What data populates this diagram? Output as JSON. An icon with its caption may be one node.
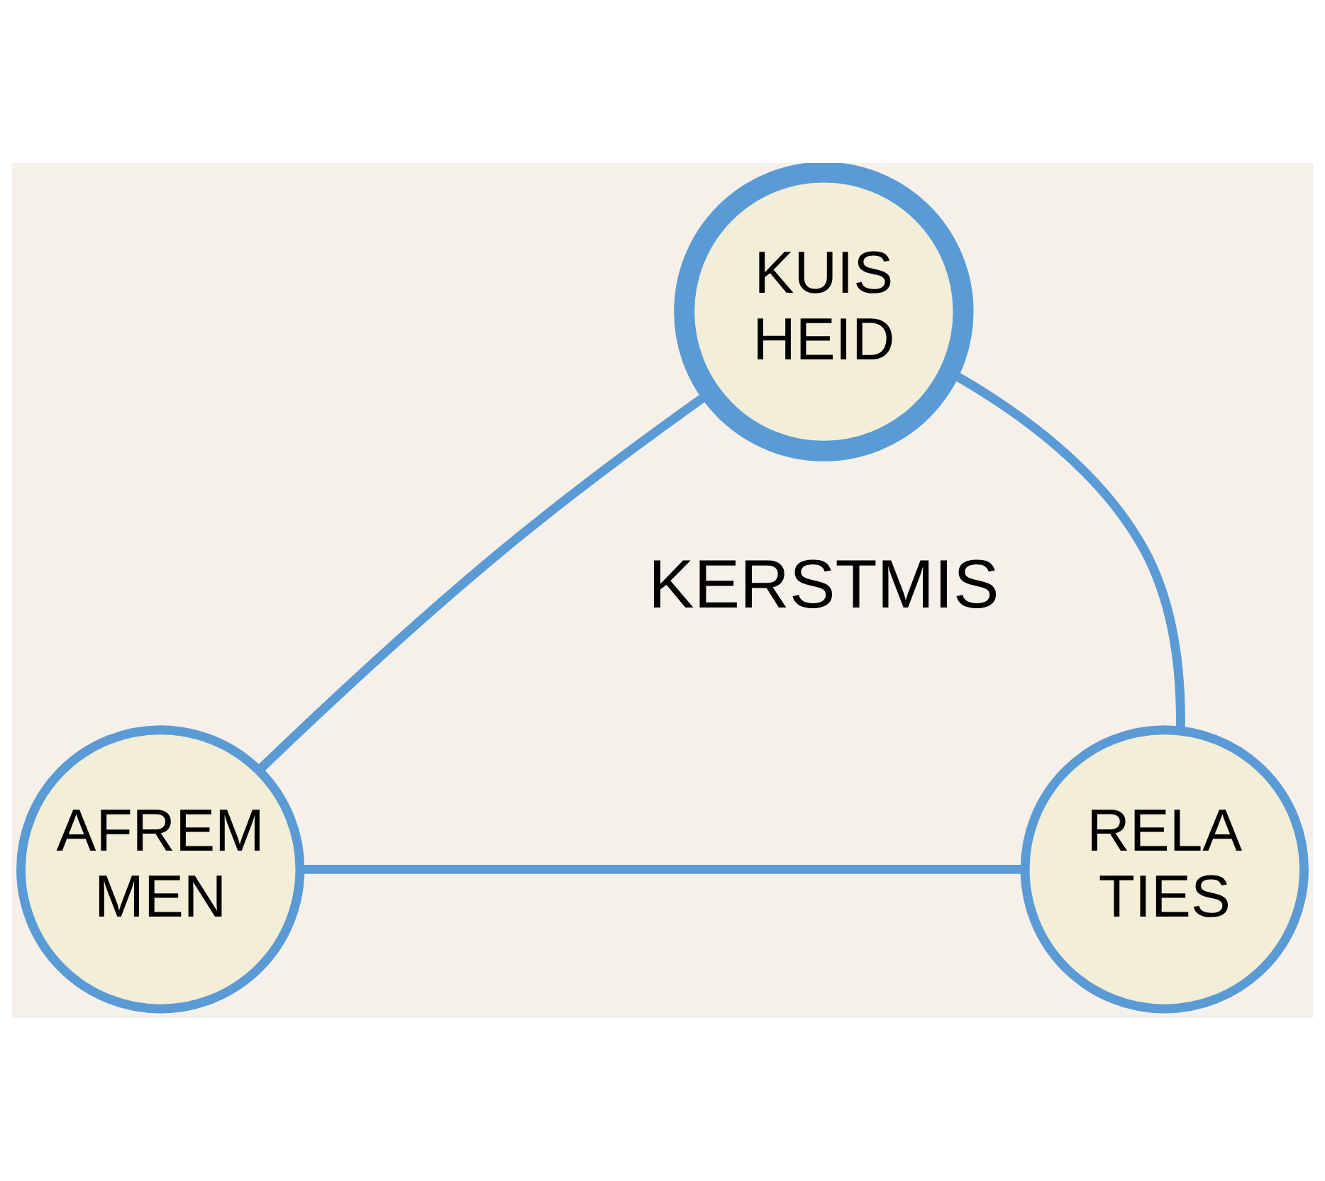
{
  "diagram": {
    "nodes": [
      {
        "text": [
          "KUIS HEID"
        ]
      },
      {
        "text": [
          "AFREM MEN"
        ]
      },
      {
        "text": [
          "RELA TIES"
        ]
      }
    ],
    "edges": [
      {
        "from": 0,
        "to": 1,
        "arrow": "none"
      },
      {
        "from": 1,
        "to": 2,
        "arrow": "none"
      },
      {
        "from": 0,
        "to": 2,
        "arrow": "none"
      }
    ],
    "labels": [
      "KERSTMIS"
    ]
  }
}
